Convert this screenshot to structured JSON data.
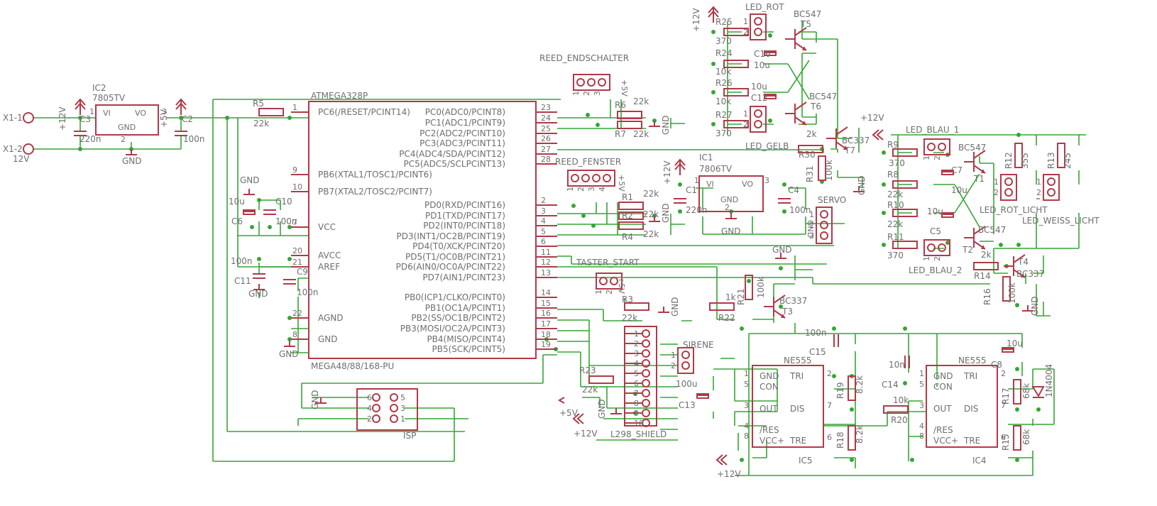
{
  "schematic": {
    "parts": {
      "ic2": {
        "name": "IC2",
        "value": "7805TV",
        "pin_vi": "VI",
        "pin_vo": "VO",
        "pin_gnd": "GND"
      },
      "ic1": {
        "name": "IC1",
        "value": "7806TV",
        "pin_vi": "VI",
        "pin_vo": "VO",
        "pin_gnd": "GND"
      },
      "mcu": {
        "name": "ATMEGA328P",
        "value": "MEGA48/88/168-PU"
      },
      "ic5": {
        "name": "IC5",
        "value": "NE555"
      },
      "ic4": {
        "name": "IC4",
        "value": "NE555"
      },
      "isp": {
        "name": "ISP"
      },
      "l298": {
        "name": "L298_SHIELD"
      },
      "reed_end": {
        "name": "REED_ENDSCHALTER"
      },
      "reed_fen": {
        "name": "REED_FENSTER"
      },
      "taster": {
        "name": "TASTER_START"
      },
      "servo": {
        "name": "SERVO"
      },
      "sirene": {
        "name": "SIRENE"
      },
      "led_rot": {
        "name": "LED_ROT"
      },
      "led_gelb": {
        "name": "LED_GELB"
      },
      "led_blau1": {
        "name": "LED_BLAU_1"
      },
      "led_blau2": {
        "name": "LED_BLAU_2"
      },
      "led_rot_licht": {
        "name": "LED_ROT_LICHT"
      },
      "led_weiss_licht": {
        "name": "LED_WEISS_LICHT"
      },
      "x1_1": {
        "name": "X1-1"
      },
      "x1_2": {
        "name": "X1-2",
        "value": "12V"
      },
      "diode": {
        "value": "1N4004"
      }
    },
    "mcu_pins_left": [
      {
        "name": "PC6(/RESET/PCINT14)",
        "num": "1"
      },
      {
        "name": "PB6(XTAL1/TOSC1/PCINT6)",
        "num": "9"
      },
      {
        "name": "PB7(XTAL2/TOSC2/PCINT7)",
        "num": "10"
      },
      {
        "name": "VCC",
        "num": "7"
      },
      {
        "name": "AVCC",
        "num": "20"
      },
      {
        "name": "AREF",
        "num": "21"
      },
      {
        "name": "AGND",
        "num": "22"
      },
      {
        "name": "GND",
        "num": "8"
      }
    ],
    "mcu_pins_right": [
      {
        "name": "PC0(ADC0/PCINT8)",
        "num": "23"
      },
      {
        "name": "PC1(ADC1/PCINT9)",
        "num": "24"
      },
      {
        "name": "PC2(ADC2/PCINT10)",
        "num": "25"
      },
      {
        "name": "PC3(ADC3/PCINT11)",
        "num": "26"
      },
      {
        "name": "PC4(ADC4/SDA/PCINT12)",
        "num": "27"
      },
      {
        "name": "PC5(ADC5/SCLPCINT13)",
        "num": "28"
      },
      {
        "name": "PD0(RXD/PCINT16)",
        "num": "2"
      },
      {
        "name": "PD1(TXD/PCINT17)",
        "num": "3"
      },
      {
        "name": "PD2(INT0/PCINT18)",
        "num": "4"
      },
      {
        "name": "PD3(INT1/OC2B/PCINT19)",
        "num": "5"
      },
      {
        "name": "PD4(T0/XCK/PCINT20)",
        "num": "6"
      },
      {
        "name": "PD5(T1/OC0B/PCINT21)",
        "num": "11"
      },
      {
        "name": "PD6(AIN0/OC0A/PCINT22)",
        "num": "12"
      },
      {
        "name": "PD7(AIN1/PCINT23)",
        "num": "13"
      },
      {
        "name": "PB0(ICP1/CLKO/PCINT0)",
        "num": "14"
      },
      {
        "name": "PB1(OC1A/PCINT1)",
        "num": "15"
      },
      {
        "name": "PB2(SS/OC1B/PCINT2)",
        "num": "16"
      },
      {
        "name": "PB3(MOSI/OC2A/PCINT3)",
        "num": "17"
      },
      {
        "name": "PB4(MISO/PCINT4)",
        "num": "18"
      },
      {
        "name": "PB5(SCK/PCINT5)",
        "num": "19"
      }
    ],
    "ne555_pins": {
      "gnd": "GND",
      "con": "CON",
      "out": "OUT",
      "res": "/RES",
      "vcc": "VCC+",
      "tri": "TRI",
      "dis": "DIS",
      "tre": "TRE"
    },
    "nets": {
      "p12v": "+12V",
      "p5v": "+5V",
      "gnd": "GND"
    },
    "resistors": [
      {
        "ref": "R5",
        "value": "22k"
      },
      {
        "ref": "R6",
        "value": "22k"
      },
      {
        "ref": "R7",
        "value": "22k"
      },
      {
        "ref": "R1",
        "value": "22k"
      },
      {
        "ref": "R2",
        "value": "22k"
      },
      {
        "ref": "R4",
        "value": "22k"
      },
      {
        "ref": "R3",
        "value": "22k"
      },
      {
        "ref": "R23",
        "value": "22k"
      },
      {
        "ref": "R22",
        "value": "1k"
      },
      {
        "ref": "R21",
        "value": "100k"
      },
      {
        "ref": "R25",
        "value": "370"
      },
      {
        "ref": "R24",
        "value": "10k"
      },
      {
        "ref": "R26",
        "value": "10k"
      },
      {
        "ref": "R27",
        "value": "370"
      },
      {
        "ref": "R30",
        "value": "2k"
      },
      {
        "ref": "R31",
        "value": "100k"
      },
      {
        "ref": "R9",
        "value": "370"
      },
      {
        "ref": "R8",
        "value": "22k"
      },
      {
        "ref": "R10",
        "value": "22k"
      },
      {
        "ref": "R11",
        "value": "370"
      },
      {
        "ref": "R12",
        "value": "355"
      },
      {
        "ref": "R13",
        "value": "245"
      },
      {
        "ref": "R14",
        "value": "2k"
      },
      {
        "ref": "R16",
        "value": "100k"
      },
      {
        "ref": "R19",
        "value": "8.2k"
      },
      {
        "ref": "R18",
        "value": "8.2k"
      },
      {
        "ref": "R20",
        "value": "10k"
      },
      {
        "ref": "R17",
        "value": "68k"
      },
      {
        "ref": "R15",
        "value": "68k"
      }
    ],
    "capacitors": [
      {
        "ref": "C3",
        "value": "220n"
      },
      {
        "ref": "C2",
        "value": "100n"
      },
      {
        "ref": "C6",
        "value": "10u"
      },
      {
        "ref": "C10",
        "value": "100n"
      },
      {
        "ref": "C11",
        "value": "100n"
      },
      {
        "ref": "C9",
        "value": "100n"
      },
      {
        "ref": "C1",
        "value": "220n"
      },
      {
        "ref": "C4",
        "value": "100n"
      },
      {
        "ref": "C16",
        "value": "10u"
      },
      {
        "ref": "C12",
        "value": "10u"
      },
      {
        "ref": "C7",
        "value": "10u"
      },
      {
        "ref": "C5",
        "value": "10u"
      },
      {
        "ref": "C15",
        "value": "100n"
      },
      {
        "ref": "C13",
        "value": "100u"
      },
      {
        "ref": "C14",
        "value": "10n"
      },
      {
        "ref": "C8",
        "value": "10u"
      }
    ],
    "transistors": [
      {
        "ref": "T5",
        "value": "BC547"
      },
      {
        "ref": "T6",
        "value": "BC547"
      },
      {
        "ref": "T7",
        "value": "BC337"
      },
      {
        "ref": "T1",
        "value": "BC547"
      },
      {
        "ref": "T2",
        "value": "BC547"
      },
      {
        "ref": "T3",
        "value": "BC337"
      },
      {
        "ref": "T4",
        "value": "BC337"
      }
    ],
    "connector_pins": {
      "isp": [
        "1",
        "2",
        "3",
        "4",
        "5",
        "6"
      ],
      "l298": [
        "1",
        "2",
        "3",
        "4",
        "5",
        "6",
        "7",
        "8",
        "9",
        "10"
      ],
      "three": [
        "1",
        "2",
        "3"
      ],
      "two": [
        "1",
        "2"
      ]
    }
  }
}
